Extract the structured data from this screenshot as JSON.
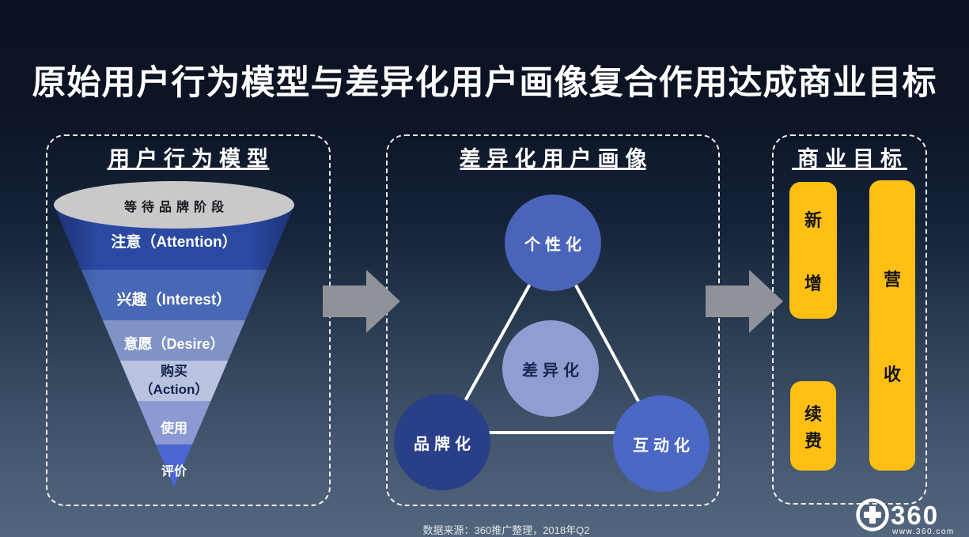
{
  "title": "原始用户行为模型与差异化用户画像复合作用达成商业目标",
  "behavior_panel": {
    "header": "用户行为模型",
    "funnel": {
      "top_label": "等待品牌阶段",
      "top_color": "#c9c9ca",
      "stages": [
        {
          "label": "注意（Attention）",
          "color": "#2b49a3"
        },
        {
          "label": "兴趣（Interest）",
          "color": "#4868b6"
        },
        {
          "label": "意愿（Desire）",
          "color": "#8093c7"
        },
        {
          "label": "购买",
          "label_line2": "（Action）",
          "color": "#b9c3df"
        },
        {
          "label": "使用",
          "color": "#8c9ad3"
        },
        {
          "label": "评价",
          "color": "#4b66d2"
        }
      ]
    }
  },
  "portrait_panel": {
    "header": "差异化用户画像",
    "circles": [
      {
        "label": "个性化",
        "color": "#4a64ba"
      },
      {
        "label": "差异化",
        "color": "#8e9ed2"
      },
      {
        "label": "品牌化",
        "color": "#293f87"
      },
      {
        "label": "互动化",
        "color": "#4a67c3"
      }
    ]
  },
  "goals_panel": {
    "header": "商业目标",
    "goal_color": "#ffc013",
    "goals": [
      {
        "label": "新增"
      },
      {
        "label": "续费"
      },
      {
        "label": "营收"
      }
    ]
  },
  "arrows": {
    "color": "#8f9399"
  },
  "footer": {
    "source": "数据来源：360推广整理，2018年Q2"
  },
  "logo": {
    "brand": "360",
    "url": "www.360.com"
  }
}
